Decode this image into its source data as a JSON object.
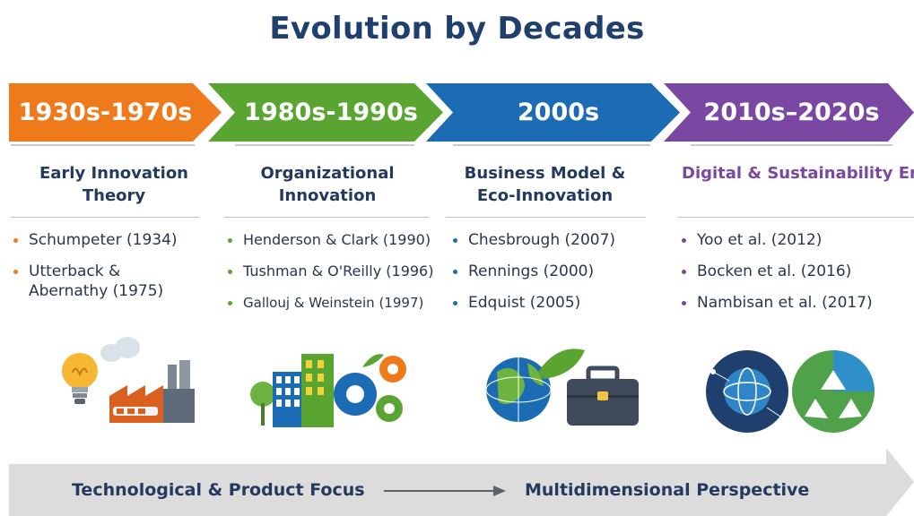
{
  "title": "Evolution by Decades",
  "colors": {
    "orange": "#ee7a1c",
    "green": "#5aa532",
    "blue": "#1b6cb4",
    "purple": "#7a47a2",
    "navy": "#1f3f6e",
    "band": "#dcdcdc"
  },
  "eras": [
    {
      "period": "1930s-1970s",
      "heading": "Early Innovation Theory",
      "heading_lines": [
        "Early Innovation",
        "Theory"
      ],
      "items": [
        "Schumpeter (1934)",
        "Utterback & Abernathy (1975)"
      ],
      "item_lines": [
        [
          "Schumpeter (1934)"
        ],
        [
          "Utterback &",
          "Abernathy (1975)"
        ]
      ],
      "icons": [
        "lightbulb-icon",
        "factory-icon"
      ]
    },
    {
      "period": "1980s-1990s",
      "heading": "Organizational Innovation",
      "heading_lines": [
        "Organizational",
        "Innovation"
      ],
      "items": [
        "Henderson & Clark (1990)",
        "Tushman & O'Reilly (1996)",
        "Gallouj & Weinstein (1997)"
      ],
      "item_lines": [
        [
          "Henderson & Clark (1990)"
        ],
        [
          "Tushman & O'Reilly (1996)"
        ],
        [
          "Gallouj & Weinstein (1997)"
        ]
      ],
      "icons": [
        "buildings-icon",
        "gears-icon"
      ]
    },
    {
      "period": "2000s",
      "heading": "Business Model & Eco-Innovation",
      "heading_lines": [
        "Business Model &",
        "Eco-Innovation"
      ],
      "items": [
        "Chesbrough (2007)",
        "Rennings (2000)",
        "Edquist (2005)"
      ],
      "item_lines": [
        [
          "Chesbrough (2007)"
        ],
        [
          "Rennings (2000)"
        ],
        [
          "Edquist (2005)"
        ]
      ],
      "icons": [
        "globe-leaf-icon",
        "briefcase-icon"
      ]
    },
    {
      "period": "2010s–2020s",
      "heading": "Digital & Sustainability Era",
      "heading_lines": [
        "Digital & Sustainability Era"
      ],
      "items": [
        "Yoo et al. (2012)",
        "Bocken et al. (2016)",
        "Nambisan et al. (2017)"
      ],
      "item_lines": [
        [
          "Yoo et al. (2012)"
        ],
        [
          "Bocken et al. (2016)"
        ],
        [
          "Nambisan et al. (2017)"
        ]
      ],
      "icons": [
        "digital-globe-icon",
        "recycle-icon"
      ]
    }
  ],
  "bottom": {
    "from": "Technological & Product Focus",
    "to": "Multidimensional Perspective"
  }
}
